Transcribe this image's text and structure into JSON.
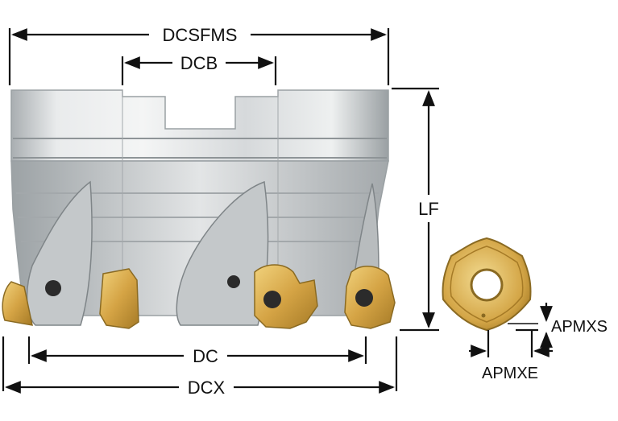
{
  "labels": {
    "dcsfms": "DCSFMS",
    "dcb": "DCB",
    "lf": "LF",
    "dc": "DC",
    "dcx": "DCX",
    "apmxs": "APMXS",
    "apmxe": "APMXE"
  },
  "colors": {
    "line": "#111111",
    "body_light": "#e4e6e7",
    "body_mid": "#c7cbcd",
    "body_dark": "#8e9497",
    "insert_gold": "#d7a94a",
    "insert_dark": "#8a6a22",
    "screw": "#2b2b2b"
  }
}
